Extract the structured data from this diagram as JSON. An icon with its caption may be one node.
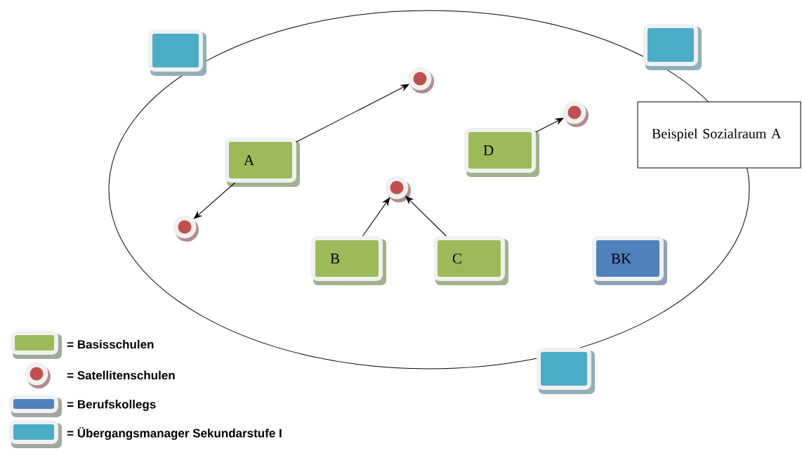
{
  "diagram": {
    "nodes": [
      {
        "text": [],
        "shape": "box"
      },
      {
        "text": [],
        "shape": "box"
      },
      {
        "text": [],
        "shape": "circle"
      },
      {
        "text": [],
        "shape": "circle"
      },
      {
        "text": [
          "Beispiel Sozialraum A"
        ]
      },
      {
        "text": [
          "A"
        ]
      },
      {
        "text": [
          "D"
        ]
      },
      {
        "text": [],
        "shape": "circle"
      },
      {
        "text": [],
        "shape": "circle"
      },
      {
        "text": [
          "B"
        ]
      },
      {
        "text": [
          "C"
        ]
      },
      {
        "text": [
          "BK"
        ]
      },
      {
        "text": [],
        "shape": "box"
      }
    ],
    "edges": [
      {
        "from": 5,
        "to": 2,
        "arrow": "to"
      },
      {
        "from": 5,
        "to": 8,
        "arrow": "to"
      },
      {
        "from": 6,
        "to": 3,
        "arrow": "to"
      },
      {
        "from": 9,
        "to": 7,
        "arrow": "to"
      },
      {
        "from": 10,
        "to": 7,
        "arrow": "to"
      }
    ],
    "legend": [
      {
        "text": "= Basisschulen",
        "color": "#9bbb59"
      },
      {
        "text": "= Satellitenschulen",
        "color": "#c0504d"
      },
      {
        "text": "= Berufskollegs",
        "color": "#4f81bd"
      },
      {
        "text": "= Übergangsmanager Sekundarstufe I",
        "color": "#4bacc6"
      }
    ]
  }
}
